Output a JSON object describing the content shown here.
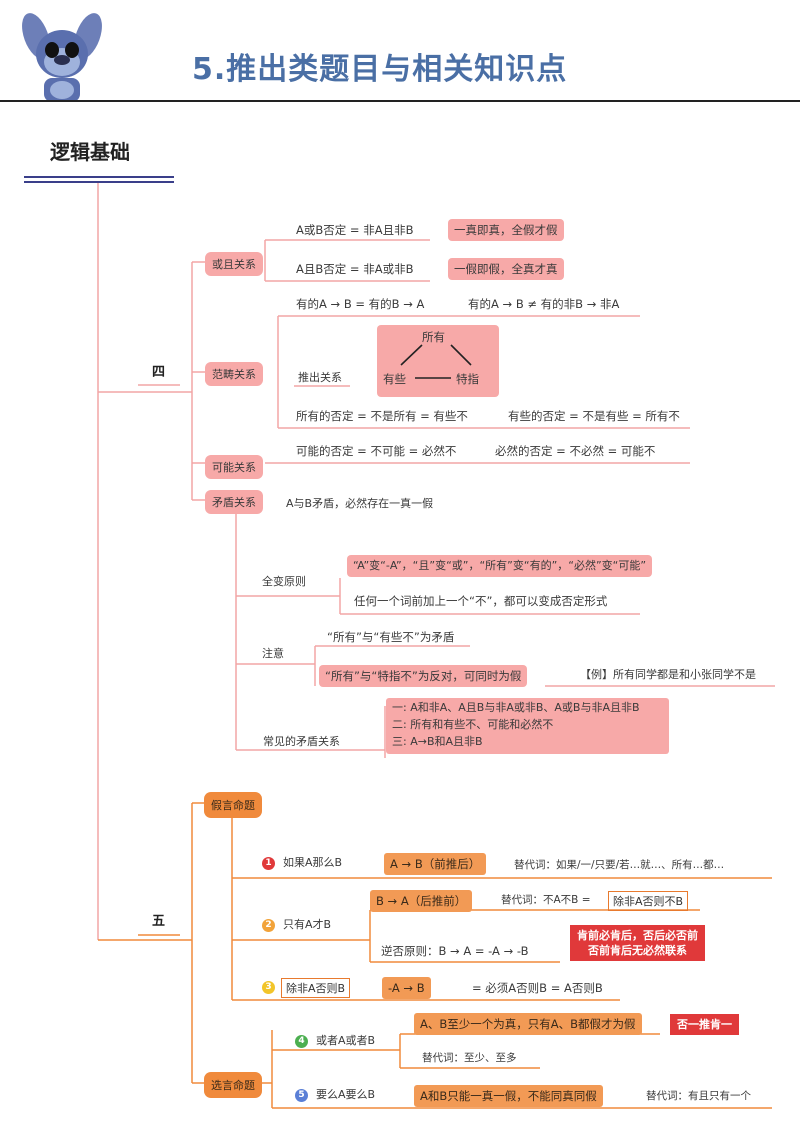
{
  "header": {
    "title": "5.推出类题目与相关知识点"
  },
  "section": {
    "title": "逻辑基础"
  },
  "branch_four": {
    "label": "四",
    "huoqie": {
      "label": "或且关系",
      "line1": "A或B否定 = 非A且非B",
      "tag1": "一真即真，全假才假",
      "line2": "A且B否定 = 非A或非B",
      "tag2": "一假即假，全真才真"
    },
    "fanchou": {
      "label": "范畴关系",
      "top_left": "有的A → B = 有的B → A",
      "top_right": "有的A → B ≠ 有的非B → 非A",
      "tuichu": "推出关系",
      "diag_all": "所有",
      "diag_some": "有些",
      "diag_specific": "特指",
      "bottom_left": "所有的否定 = 不是所有 = 有些不",
      "bottom_right": "有些的否定 = 不是有些 = 所有不"
    },
    "keneng": {
      "label": "可能关系",
      "left": "可能的否定 = 不可能 = 必然不",
      "right": "必然的否定 = 不必然 = 可能不"
    },
    "maodun": {
      "label": "矛盾关系",
      "desc": "A与B矛盾，必然存在一真一假",
      "quanbian": "全变原则",
      "quanbian_tag": "“A”变“-A”，“且”变“或”，“所有”变“有的”，“必然”变“可能”",
      "quanbian_note": "任何一个词前加上一个“不”，都可以变成否定形式",
      "zhuyi": "注意",
      "zhuyi_line1": "“所有”与“有些不”为矛盾",
      "zhuyi_tag": "“所有”与“特指不”为反对，可同时为假",
      "zhuyi_example": "【例】所有同学都是和小张同学不是",
      "changjian": "常见的矛盾关系",
      "changjian_lines": [
        "一: A和非A、A且B与非A或非B、A或B与非A且非B",
        "二: 所有和有些不、可能和必然不",
        "三: A→B和A且非B"
      ]
    }
  },
  "branch_five": {
    "label": "五",
    "jiayan": {
      "label": "假言命题",
      "item1": {
        "num": "1",
        "label": "如果A那么B",
        "tag": "A → B（前推后）",
        "synonyms": "替代词：如果/一/只要/若…就…、所有…都…"
      },
      "item2": {
        "num": "2",
        "label": "只有A才B",
        "tag": "B → A（后推前）",
        "synonyms_prefix": "替代词：不A不B =",
        "synonyms_box": "除非A否则不B",
        "rule": "逆否原则：B → A = -A → -B",
        "red": [
          "肯前必肯后，否后必否前",
          "否前肯后无必然联系"
        ]
      },
      "item3": {
        "num": "3",
        "label": "除非A否则B",
        "tag": "-A → B",
        "equals": "= 必须A否则B = A否则B"
      }
    },
    "xuanyan": {
      "label": "选言命题",
      "item4": {
        "num": "4",
        "label": "或者A或者B",
        "tag": "A、B至少一个为真，只有A、B都假才为假",
        "red": "否一推肯一",
        "synonyms": "替代词：至少、至多"
      },
      "item5": {
        "num": "5",
        "label": "要么A要么B",
        "tag": "A和B只能一真一假，不能同真同假",
        "synonyms": "替代词：有且只有一个"
      }
    }
  },
  "colors": {
    "title": "#4a6fa5",
    "line_pink": "#f2a5a5",
    "line_orange": "#f08a3c",
    "pink": "#f7a9a8",
    "orange": "#f08a3c",
    "red": "#e0393a"
  }
}
